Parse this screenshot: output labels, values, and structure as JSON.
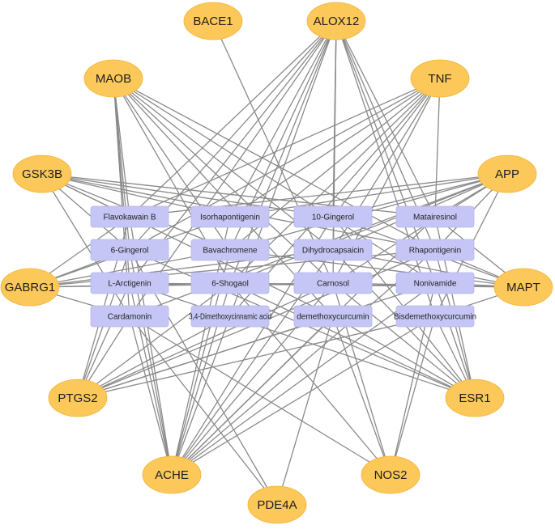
{
  "network": {
    "target_color": "#fcc85a",
    "compound_color": "#c5c6f5",
    "edge_color": "#8a8a8a",
    "targets": [
      {
        "id": "BACE1",
        "label": "BACE1"
      },
      {
        "id": "ALOX12",
        "label": "ALOX12"
      },
      {
        "id": "MAOB",
        "label": "MAOB"
      },
      {
        "id": "TNF",
        "label": "TNF"
      },
      {
        "id": "GSK3B",
        "label": "GSK3B"
      },
      {
        "id": "APP",
        "label": "APP"
      },
      {
        "id": "GABRG1",
        "label": "GABRG1"
      },
      {
        "id": "MAPT",
        "label": "MAPT"
      },
      {
        "id": "PTGS2",
        "label": "PTGS2"
      },
      {
        "id": "ESR1",
        "label": "ESR1"
      },
      {
        "id": "ACHE",
        "label": "ACHE"
      },
      {
        "id": "NOS2",
        "label": "NOS2"
      },
      {
        "id": "PDE4A",
        "label": "PDE4A"
      }
    ],
    "compounds": [
      {
        "id": "flavokawain-b",
        "label": "Flavokawain B"
      },
      {
        "id": "isorhapontigenin",
        "label": "Isorhapontigenin"
      },
      {
        "id": "10-gingerol",
        "label": "10-Gingerol"
      },
      {
        "id": "matairesinol",
        "label": "Matairesinol"
      },
      {
        "id": "6-gingerol",
        "label": "6-Gingerol"
      },
      {
        "id": "bavachromene",
        "label": "Bavachromene"
      },
      {
        "id": "dihydrocapsaicin",
        "label": "Dihydrocapsaicin"
      },
      {
        "id": "rhapontigenin",
        "label": "Rhapontigenin"
      },
      {
        "id": "l-arctigenin",
        "label": "L-Arctigenin"
      },
      {
        "id": "6-shogaol",
        "label": "6-Shogaol"
      },
      {
        "id": "carnosol",
        "label": "Carnosol"
      },
      {
        "id": "nonivamide",
        "label": "Nonivamide"
      },
      {
        "id": "cardamonin",
        "label": "Cardamonin"
      },
      {
        "id": "dimethoxycinnamic-acid",
        "label": "3,4-Dimethoxycinnamic acid"
      },
      {
        "id": "demethoxycurcumin",
        "label": "demethoxycurcumin"
      },
      {
        "id": "bisdemethoxycurcumin",
        "label": "Bisdemethoxycurcumin"
      }
    ],
    "edges": [
      [
        "BACE1",
        "carnosol"
      ],
      [
        "ALOX12",
        "flavokawain-b"
      ],
      [
        "ALOX12",
        "6-gingerol"
      ],
      [
        "ALOX12",
        "l-arctigenin"
      ],
      [
        "ALOX12",
        "isorhapontigenin"
      ],
      [
        "ALOX12",
        "bavachromene"
      ],
      [
        "ALOX12",
        "6-shogaol"
      ],
      [
        "ALOX12",
        "dimethoxycinnamic-acid"
      ],
      [
        "ALOX12",
        "10-gingerol"
      ],
      [
        "ALOX12",
        "dihydrocapsaicin"
      ],
      [
        "ALOX12",
        "carnosol"
      ],
      [
        "ALOX12",
        "matairesinol"
      ],
      [
        "ALOX12",
        "rhapontigenin"
      ],
      [
        "ALOX12",
        "nonivamide"
      ],
      [
        "ALOX12",
        "cardamonin"
      ],
      [
        "ALOX12",
        "bisdemethoxycurcumin"
      ],
      [
        "MAOB",
        "flavokawain-b"
      ],
      [
        "MAOB",
        "6-gingerol"
      ],
      [
        "MAOB",
        "l-arctigenin"
      ],
      [
        "MAOB",
        "cardamonin"
      ],
      [
        "MAOB",
        "bavachromene"
      ],
      [
        "MAOB",
        "6-shogaol"
      ],
      [
        "MAOB",
        "dihydrocapsaicin"
      ],
      [
        "MAOB",
        "carnosol"
      ],
      [
        "MAOB",
        "nonivamide"
      ],
      [
        "MAOB",
        "rhapontigenin"
      ],
      [
        "MAOB",
        "demethoxycurcumin"
      ],
      [
        "TNF",
        "flavokawain-b"
      ],
      [
        "TNF",
        "6-gingerol"
      ],
      [
        "TNF",
        "isorhapontigenin"
      ],
      [
        "TNF",
        "bavachromene"
      ],
      [
        "TNF",
        "6-shogaol"
      ],
      [
        "TNF",
        "10-gingerol"
      ],
      [
        "TNF",
        "dihydrocapsaicin"
      ],
      [
        "TNF",
        "carnosol"
      ],
      [
        "TNF",
        "matairesinol"
      ],
      [
        "TNF",
        "dimethoxycinnamic-acid"
      ],
      [
        "GSK3B",
        "flavokawain-b"
      ],
      [
        "GSK3B",
        "isorhapontigenin"
      ],
      [
        "GSK3B",
        "10-gingerol"
      ],
      [
        "GSK3B",
        "matairesinol"
      ],
      [
        "GSK3B",
        "6-gingerol"
      ],
      [
        "GSK3B",
        "bavachromene"
      ],
      [
        "GSK3B",
        "rhapontigenin"
      ],
      [
        "GSK3B",
        "cardamonin"
      ],
      [
        "GSK3B",
        "demethoxycurcumin"
      ],
      [
        "APP",
        "flavokawain-b"
      ],
      [
        "APP",
        "isorhapontigenin"
      ],
      [
        "APP",
        "10-gingerol"
      ],
      [
        "APP",
        "matairesinol"
      ],
      [
        "APP",
        "bavachromene"
      ],
      [
        "APP",
        "dihydrocapsaicin"
      ],
      [
        "APP",
        "rhapontigenin"
      ],
      [
        "APP",
        "6-shogaol"
      ],
      [
        "APP",
        "carnosol"
      ],
      [
        "APP",
        "cardamonin"
      ],
      [
        "APP",
        "bisdemethoxycurcumin"
      ],
      [
        "GABRG1",
        "flavokawain-b"
      ],
      [
        "GABRG1",
        "6-gingerol"
      ],
      [
        "GABRG1",
        "isorhapontigenin"
      ],
      [
        "GABRG1",
        "bavachromene"
      ],
      [
        "GABRG1",
        "6-shogaol"
      ],
      [
        "GABRG1",
        "dihydrocapsaicin"
      ],
      [
        "GABRG1",
        "carnosol"
      ],
      [
        "GABRG1",
        "rhapontigenin"
      ],
      [
        "GABRG1",
        "cardamonin"
      ],
      [
        "MAPT",
        "matairesinol"
      ],
      [
        "MAPT",
        "rhapontigenin"
      ],
      [
        "MAPT",
        "nonivamide"
      ],
      [
        "MAPT",
        "carnosol"
      ],
      [
        "MAPT",
        "dihydrocapsaicin"
      ],
      [
        "MAPT",
        "6-shogaol"
      ],
      [
        "MAPT",
        "bavachromene"
      ],
      [
        "MAPT",
        "10-gingerol"
      ],
      [
        "MAPT",
        "bisdemethoxycurcumin"
      ],
      [
        "MAPT",
        "l-arctigenin"
      ],
      [
        "PTGS2",
        "cardamonin"
      ],
      [
        "PTGS2",
        "l-arctigenin"
      ],
      [
        "PTGS2",
        "6-gingerol"
      ],
      [
        "PTGS2",
        "flavokawain-b"
      ],
      [
        "PTGS2",
        "dimethoxycinnamic-acid"
      ],
      [
        "PTGS2",
        "6-shogaol"
      ],
      [
        "PTGS2",
        "carnosol"
      ],
      [
        "PTGS2",
        "demethoxycurcumin"
      ],
      [
        "PTGS2",
        "nonivamide"
      ],
      [
        "PTGS2",
        "bisdemethoxycurcumin"
      ],
      [
        "PTGS2",
        "rhapontigenin"
      ],
      [
        "ESR1",
        "bisdemethoxycurcumin"
      ],
      [
        "ESR1",
        "nonivamide"
      ],
      [
        "ESR1",
        "rhapontigenin"
      ],
      [
        "ESR1",
        "matairesinol"
      ],
      [
        "ESR1",
        "demethoxycurcumin"
      ],
      [
        "ESR1",
        "carnosol"
      ],
      [
        "ESR1",
        "dihydrocapsaicin"
      ],
      [
        "ESR1",
        "10-gingerol"
      ],
      [
        "ESR1",
        "6-shogaol"
      ],
      [
        "ESR1",
        "l-arctigenin"
      ],
      [
        "ESR1",
        "6-gingerol"
      ],
      [
        "ACHE",
        "cardamonin"
      ],
      [
        "ACHE",
        "l-arctigenin"
      ],
      [
        "ACHE",
        "6-gingerol"
      ],
      [
        "ACHE",
        "flavokawain-b"
      ],
      [
        "ACHE",
        "dimethoxycinnamic-acid"
      ],
      [
        "ACHE",
        "6-shogaol"
      ],
      [
        "ACHE",
        "bavachromene"
      ],
      [
        "ACHE",
        "isorhapontigenin"
      ],
      [
        "ACHE",
        "demethoxycurcumin"
      ],
      [
        "ACHE",
        "carnosol"
      ],
      [
        "ACHE",
        "dihydrocapsaicin"
      ],
      [
        "ACHE",
        "10-gingerol"
      ],
      [
        "ACHE",
        "bisdemethoxycurcumin"
      ],
      [
        "ACHE",
        "nonivamide"
      ],
      [
        "ACHE",
        "rhapontigenin"
      ],
      [
        "ACHE",
        "matairesinol"
      ],
      [
        "NOS2",
        "bisdemethoxycurcumin"
      ],
      [
        "NOS2",
        "demethoxycurcumin"
      ],
      [
        "NOS2",
        "nonivamide"
      ],
      [
        "NOS2",
        "carnosol"
      ],
      [
        "NOS2",
        "6-shogaol"
      ],
      [
        "NOS2",
        "cardamonin"
      ],
      [
        "PDE4A",
        "cardamonin"
      ],
      [
        "PDE4A",
        "6-gingerol"
      ],
      [
        "PDE4A",
        "demethoxycurcumin"
      ]
    ]
  }
}
